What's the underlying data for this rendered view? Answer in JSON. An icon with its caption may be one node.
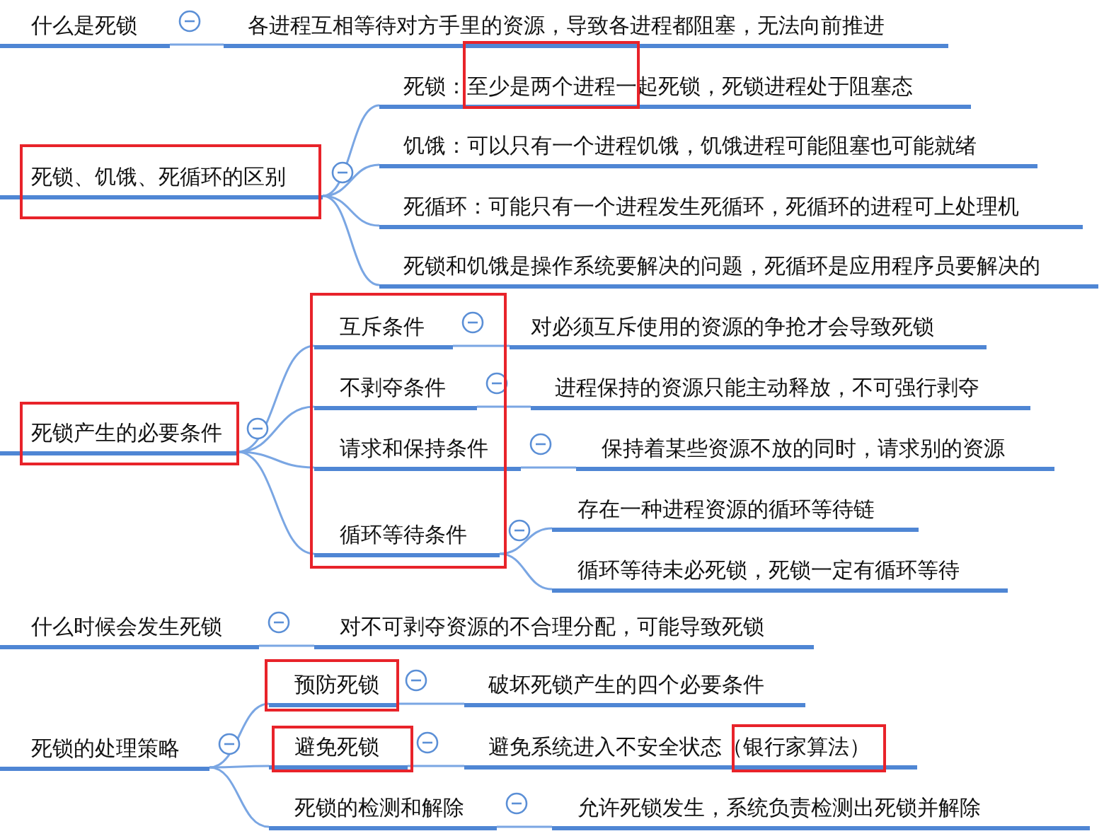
{
  "diagram": {
    "nodes": [
      {
        "text": [
          "什么是死锁"
        ]
      },
      {
        "text": [
          "各进程互相等待对方手里的资源，导致各进程都阻塞，无法向前推进"
        ]
      },
      {
        "text": [
          "死锁、饥饿、死循环的区别"
        ]
      },
      {
        "text": [
          "死锁：至少是两个进程一起死锁，死锁进程处于阻塞态"
        ]
      },
      {
        "text": [
          "饥饿：可以只有一个进程饥饿，饥饿进程可能阻塞也可能就绪"
        ]
      },
      {
        "text": [
          "死循环：可能只有一个进程发生死循环，死循环的进程可上处理机"
        ]
      },
      {
        "text": [
          "死锁和饥饿是操作系统要解决的问题，死循环是应用程序员要解决的"
        ]
      },
      {
        "text": [
          "死锁产生的必要条件"
        ]
      },
      {
        "text": [
          "互斥条件"
        ]
      },
      {
        "text": [
          "对必须互斥使用的资源的争抢才会导致死锁"
        ]
      },
      {
        "text": [
          "不剥夺条件"
        ]
      },
      {
        "text": [
          "进程保持的资源只能主动释放，不可强行剥夺"
        ]
      },
      {
        "text": [
          "请求和保持条件"
        ]
      },
      {
        "text": [
          "保持着某些资源不放的同时，请求别的资源"
        ]
      },
      {
        "text": [
          "循环等待条件"
        ]
      },
      {
        "text": [
          "存在一种进程资源的循环等待链"
        ]
      },
      {
        "text": [
          "循环等待未必死锁，死锁一定有循环等待"
        ]
      },
      {
        "text": [
          "什么时候会发生死锁"
        ]
      },
      {
        "text": [
          "对不可剥夺资源的不合理分配，可能导致死锁"
        ]
      },
      {
        "text": [
          "死锁的处理策略"
        ]
      },
      {
        "text": [
          "预防死锁"
        ]
      },
      {
        "text": [
          "破坏死锁产生的四个必要条件"
        ]
      },
      {
        "text": [
          "避免死锁"
        ]
      },
      {
        "text": [
          "避免系统进入不安全状态（银行家算法）"
        ]
      },
      {
        "text": [
          "死锁的检测和解除"
        ]
      },
      {
        "text": [
          "允许死锁发生，系统负责检测出死锁并解除"
        ]
      }
    ],
    "edges": [
      {
        "from": 0,
        "to": 1,
        "arrow": "none"
      },
      {
        "from": 2,
        "to": 3,
        "arrow": "none"
      },
      {
        "from": 2,
        "to": 4,
        "arrow": "none"
      },
      {
        "from": 2,
        "to": 5,
        "arrow": "none"
      },
      {
        "from": 2,
        "to": 6,
        "arrow": "none"
      },
      {
        "from": 7,
        "to": 8,
        "arrow": "none"
      },
      {
        "from": 7,
        "to": 10,
        "arrow": "none"
      },
      {
        "from": 7,
        "to": 12,
        "arrow": "none"
      },
      {
        "from": 7,
        "to": 14,
        "arrow": "none"
      },
      {
        "from": 8,
        "to": 9,
        "arrow": "none"
      },
      {
        "from": 10,
        "to": 11,
        "arrow": "none"
      },
      {
        "from": 12,
        "to": 13,
        "arrow": "none"
      },
      {
        "from": 14,
        "to": 15,
        "arrow": "none"
      },
      {
        "from": 14,
        "to": 16,
        "arrow": "none"
      },
      {
        "from": 17,
        "to": 18,
        "arrow": "none"
      },
      {
        "from": 19,
        "to": 20,
        "arrow": "none"
      },
      {
        "from": 19,
        "to": 22,
        "arrow": "none"
      },
      {
        "from": 19,
        "to": 24,
        "arrow": "none"
      },
      {
        "from": 20,
        "to": 21,
        "arrow": "none"
      },
      {
        "from": 22,
        "to": 23,
        "arrow": "none"
      },
      {
        "from": 24,
        "to": 25,
        "arrow": "none"
      }
    ]
  }
}
